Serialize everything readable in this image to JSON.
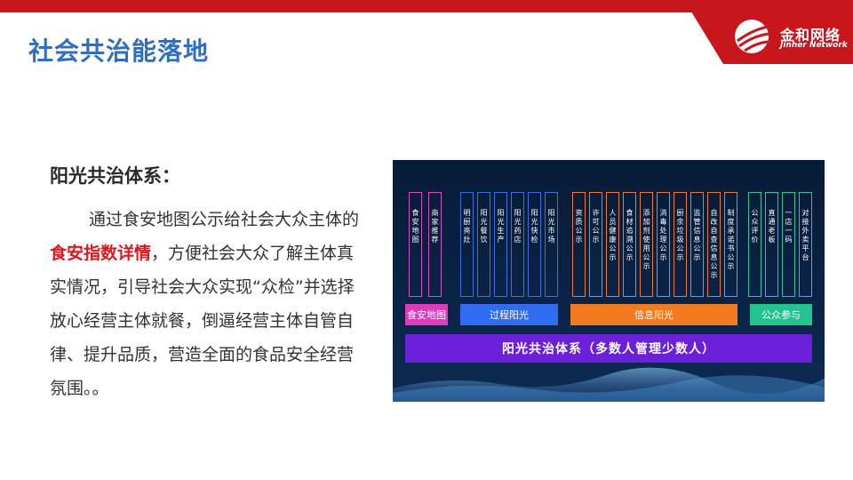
{
  "header": {
    "title": "社会共治能落地",
    "brand_name": "金和网络",
    "brand_sub": "Jinher Network",
    "accent_color": "#c8161d",
    "title_color": "#2e6fc1"
  },
  "content": {
    "heading": "阳光共治体系：",
    "para_a": "通过食安地图公示给社会大众主体的",
    "para_highlight": "食安指数详情",
    "para_b": "，方便社会大众了解主体真实情况，引导社会大众实现“众检”并选择放心经营主体就餐，倒逼经营主体自管自律、提升品质，营造全面的食品安全经营氛围。。",
    "highlight_color": "#e0161c"
  },
  "diagram": {
    "columns": [
      "食安地图",
      "商家推荐",
      "明厨亮灶",
      "阳光餐饮",
      "阳光生产",
      "阳光药店",
      "阳光快检",
      "阳光市场",
      "资质公示",
      "许可公示",
      "人员健康公示",
      "食材追溯公示",
      "添加剂使用公示",
      "消毒处理公示",
      "厨余垃圾公示",
      "监管信息公示",
      "自改自查信息公示",
      "制度承诺书公示",
      "公众评价",
      "直通老板",
      "一店一码",
      "对接外卖平台"
    ],
    "categories": [
      "食安地图",
      "过程阳光",
      "信息阳光",
      "公众参与"
    ],
    "system_label": "阳光共治体系（多数人管理少数人）"
  }
}
